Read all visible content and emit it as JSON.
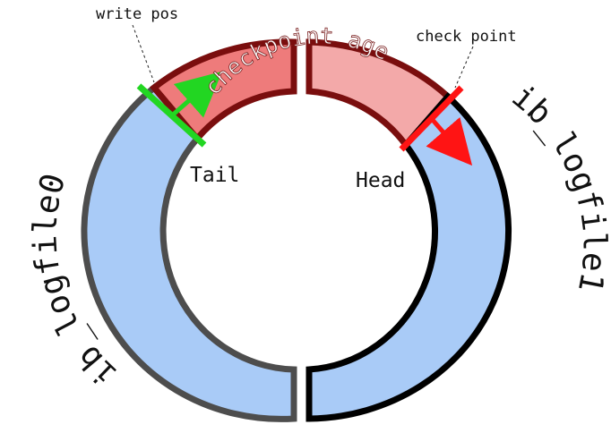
{
  "labels": {
    "write_pos": "write pos",
    "check_point": "check point",
    "checkpoint_age": "checkpoint age",
    "tail": "Tail",
    "head": "Head",
    "logfile0": "ib_logfile0",
    "logfile1": "ib_logfile1"
  },
  "colors": {
    "logfile_fill": "#a9cbf7",
    "logfile0_stroke": "#4d4d4d",
    "logfile1_stroke": "#000000",
    "checkpoint_fill_left": "#ee7b7b",
    "checkpoint_fill_right": "#f3a9a9",
    "checkpoint_stroke": "#7a0e0e",
    "write_marker": "#22d622",
    "check_marker": "#ff1414"
  },
  "icons": {
    "write_pos_arrow": "arrow-icon",
    "check_point_arrow": "arrow-icon"
  }
}
